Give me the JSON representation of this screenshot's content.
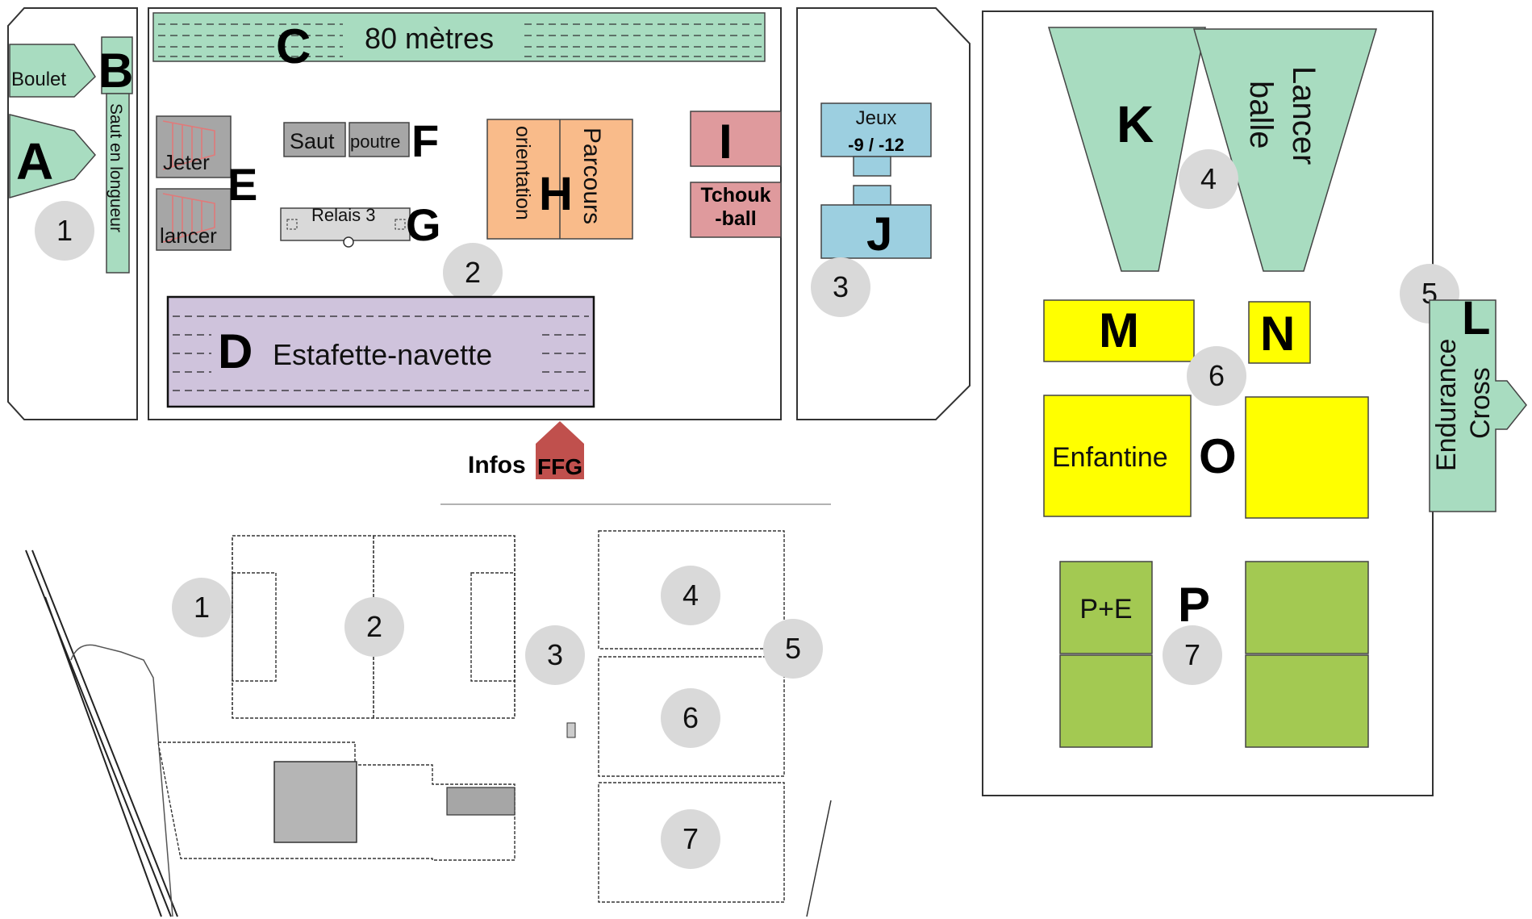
{
  "map": {
    "zone_letters": {
      "a": "A",
      "b": "B",
      "c": "C",
      "d": "D",
      "e": "E",
      "f": "F",
      "g": "G",
      "h": "H",
      "i": "I",
      "j": "J",
      "k": "K",
      "l": "L",
      "m": "M",
      "n": "N",
      "o": "O",
      "p": "P"
    },
    "labels": {
      "boulet": "Boulet",
      "saut_longueur": "Saut en longueur",
      "metres_80": "80 mètres",
      "estafette": "Estafette-navette",
      "jeter": "Jeter",
      "lancer": "lancer",
      "saut": "Saut",
      "poutre": "poutre",
      "relais": "Relais 3",
      "orientation": "orientation",
      "parcours": "Parcours",
      "tchouk_1": "Tchouk",
      "tchouk_2": "-ball",
      "jeux": "Jeux",
      "jeux_ages": "-9 / -12",
      "lancer_balle_1": "Lancer",
      "lancer_balle_2": "balle",
      "endurance": "Endurance",
      "cross": "Cross",
      "enfantine": "Enfantine",
      "pe": "P+E"
    },
    "infos": {
      "word": "Infos",
      "badge": "FFG"
    },
    "sector_numbers": {
      "s1": "1",
      "s2": "2",
      "s3": "3",
      "s4": "4",
      "s5": "5",
      "s6": "6",
      "s7": "7"
    },
    "colors": {
      "mint": "#a8dcc0",
      "purple": "#cfc3dc",
      "orange": "#f9bb8a",
      "pink": "#df9a9d",
      "blue": "#9ccfe0",
      "yellow": "#ffff00",
      "green": "#a3c952",
      "gray": "#a6a6a6",
      "circle": "#d9d9d9",
      "ffg": "#c0504d"
    }
  }
}
